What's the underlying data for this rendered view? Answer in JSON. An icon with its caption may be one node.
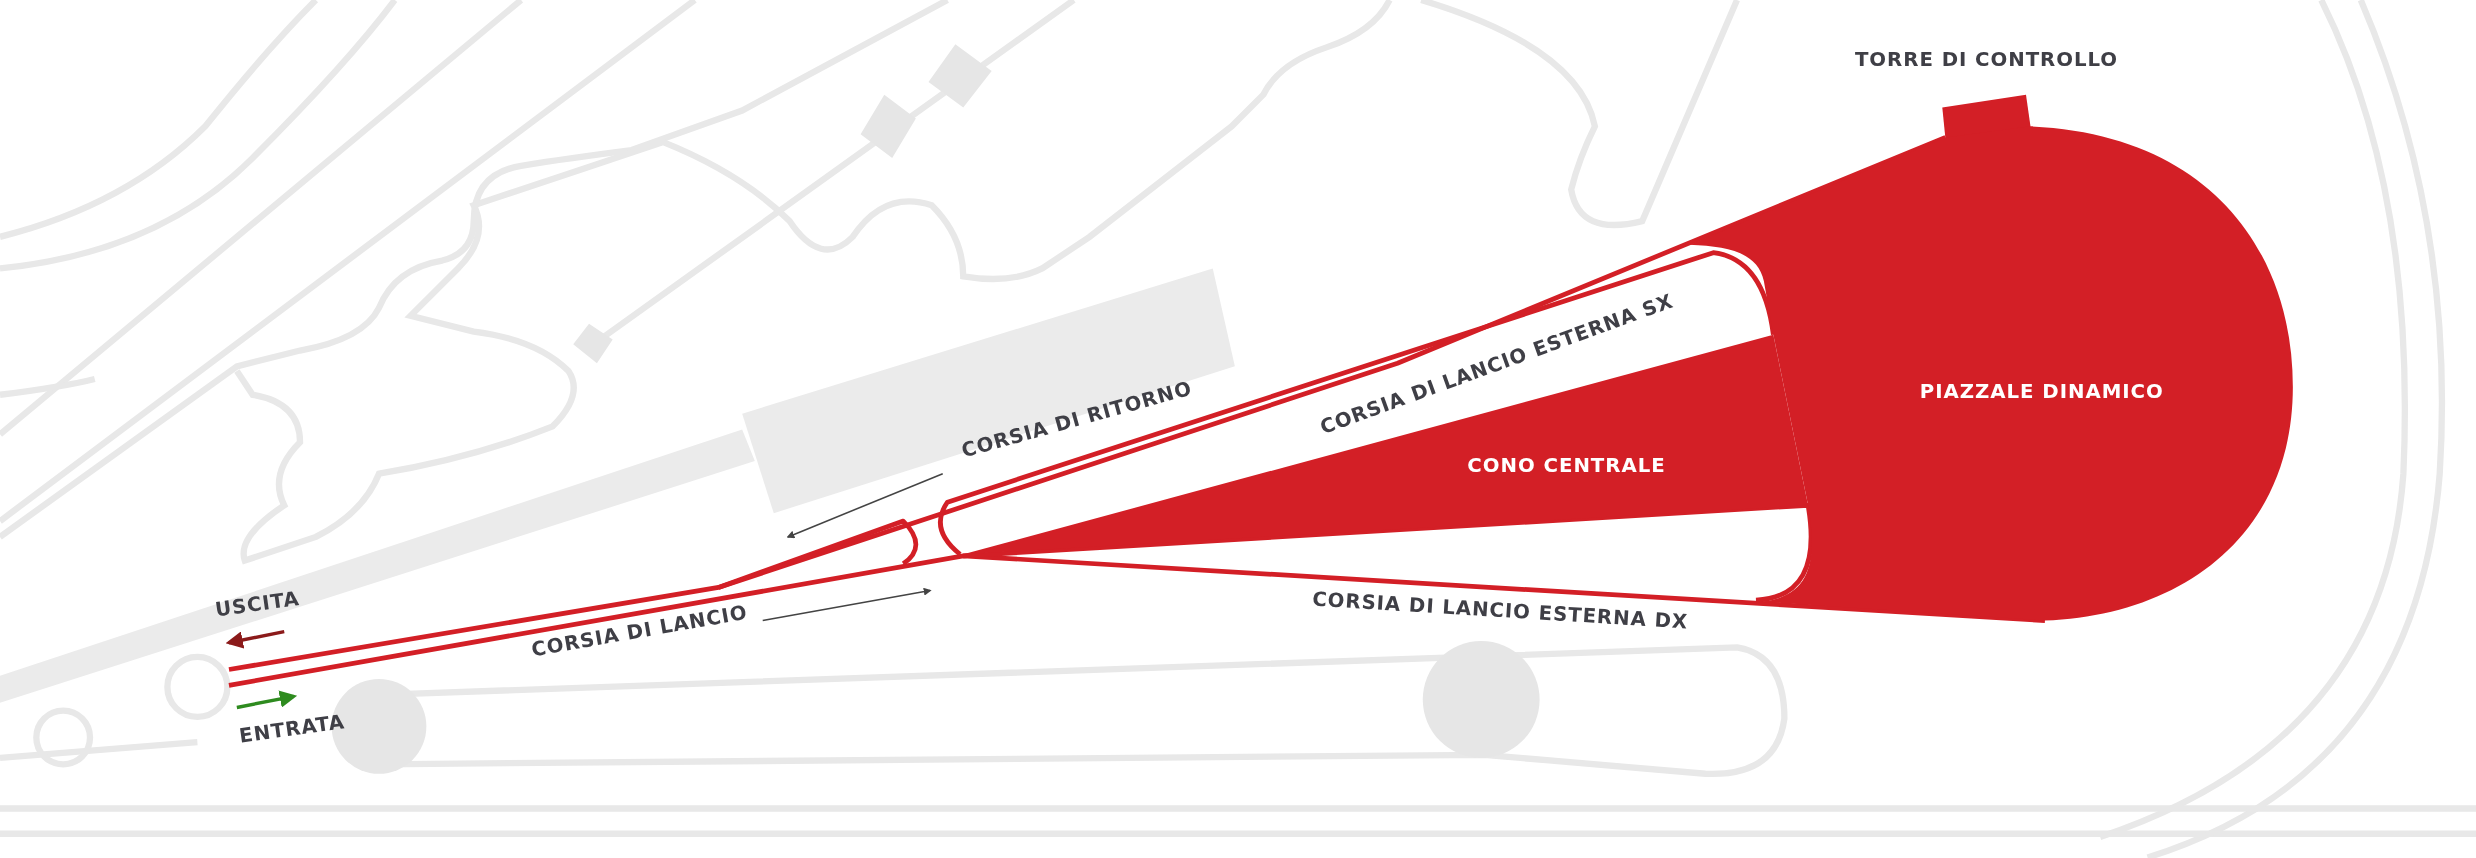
{
  "diagram": {
    "nodes": [
      {
        "text": [
          "TORRE DI CONTROLLO"
        ]
      },
      {
        "text": [
          "PIAZZALE DINAMICO"
        ]
      },
      {
        "text": [
          "CONO CENTRALE"
        ]
      }
    ],
    "labels": [
      "USCITA",
      "CORSIA DI RITORNO",
      "CORSIA DI LANCIO ESTERNA SX",
      "CORSIA DI LANCIO",
      "CORSIA DI LANCIO ESTERNA DX",
      "ENTRATA"
    ]
  }
}
